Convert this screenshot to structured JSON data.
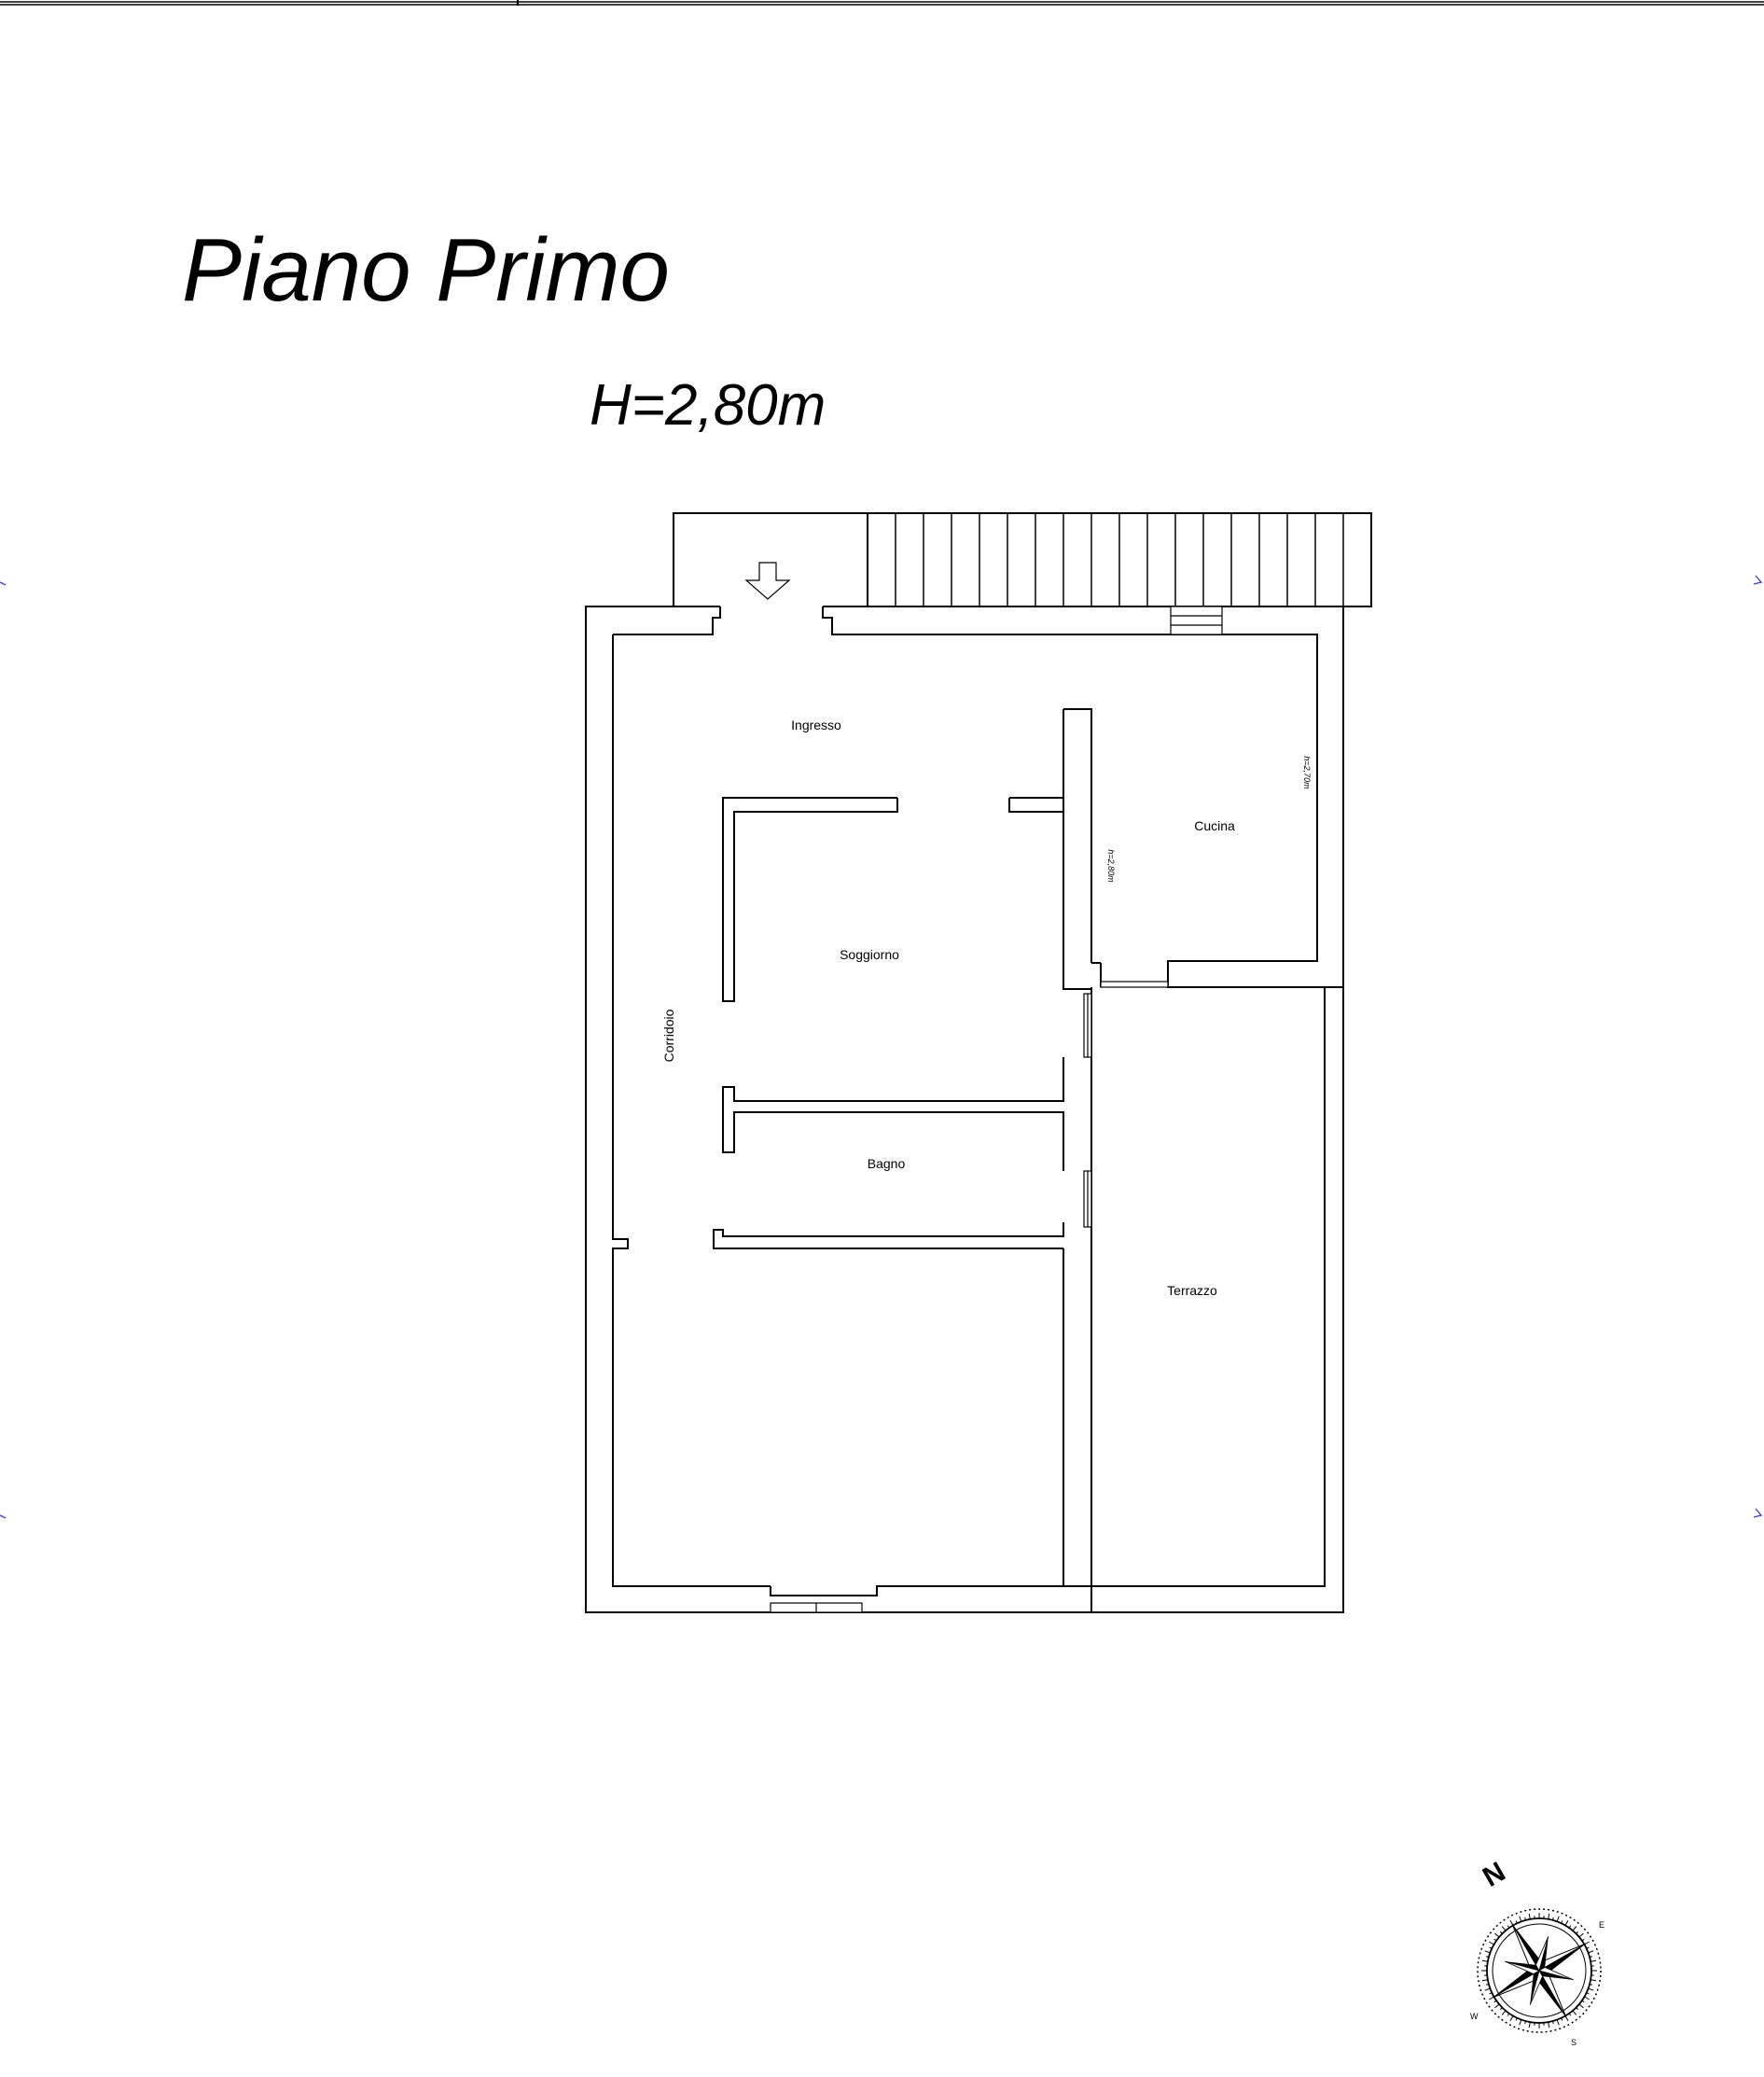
{
  "title": "Piano Primo",
  "height_label": "H=2,80m",
  "rooms": {
    "ingresso": "Ingresso",
    "cucina": "Cucina",
    "soggiorno": "Soggiorno",
    "corridoio": "Corridoio",
    "bagno": "Bagno",
    "terrazzo": "Terrazzo"
  },
  "wall_heights": {
    "cucina_east": "h=2,70m",
    "cucina_west": "h=2,80m"
  },
  "compass": {
    "north": "N",
    "west": "W",
    "east": "E",
    "south": "S"
  },
  "colors": {
    "line": "#000000",
    "marker": "#3a3ad0"
  }
}
